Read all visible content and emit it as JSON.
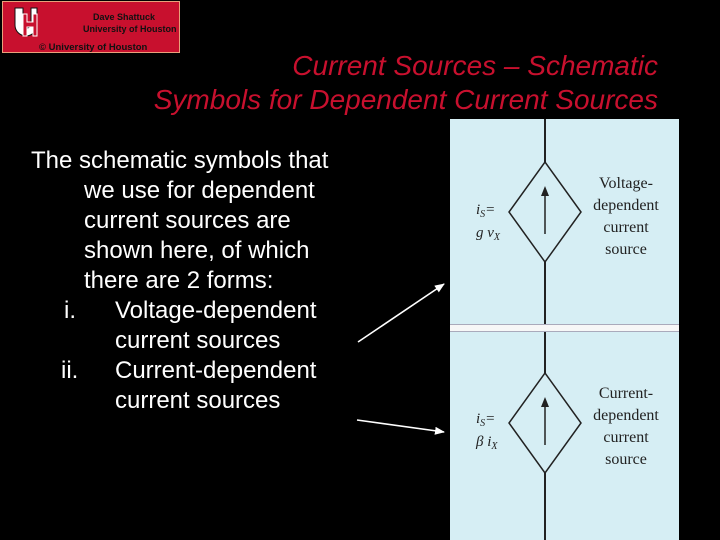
{
  "logo": {
    "name_line": "Dave Shattuck",
    "institution_line": "University of Houston",
    "copyright_line": "© University of Houston"
  },
  "title": {
    "line1": "Current Sources – Schematic",
    "line2": "Symbols for Dependent Current Sources"
  },
  "body": {
    "paragraph_lines": [
      "The schematic symbols that",
      "we use for dependent",
      "current sources are",
      "shown here, of which",
      "there are 2 forms:"
    ],
    "list": [
      {
        "marker": "i.",
        "lines": [
          "Voltage-dependent",
          "current sources"
        ]
      },
      {
        "marker": "ii.",
        "lines": [
          "Current-dependent",
          "current sources"
        ]
      }
    ]
  },
  "figure": {
    "voltage_source": {
      "eq_symbol_line1": "i",
      "eq_sub_line1": "S",
      "eq_eq": "=",
      "eq_symbol_line2": "g v",
      "eq_sub_line2": "X",
      "caption_lines": [
        "Voltage-",
        "dependent",
        "current",
        "source"
      ]
    },
    "current_source": {
      "eq_symbol_line1": "i",
      "eq_sub_line1": "S",
      "eq_eq": "=",
      "eq_symbol_line2": "β i",
      "eq_sub_line2": "X",
      "caption_lines": [
        "Current-",
        "dependent",
        "current",
        "source"
      ]
    }
  },
  "colors": {
    "background": "#000000",
    "title": "#c8102e",
    "body_text": "#ffffff",
    "figure_bg": "#d6eef4",
    "logo_bg": "#c8102e"
  }
}
